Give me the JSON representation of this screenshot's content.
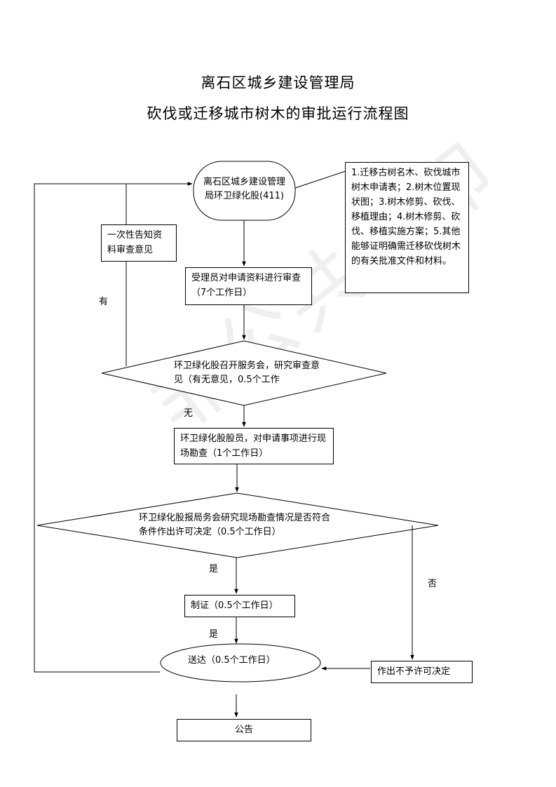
{
  "header": {
    "title_line1": "离石区城乡建设管理局",
    "title_line2": "砍伐或迁移城市树木的审批运行流程图"
  },
  "nodes": {
    "start": "离石区城乡建设管理局环卫绿化股(411)",
    "requirements": "1.迁移古树名木、砍伐城市树木申请表；2.树木位置现状图；3.树木修剪、砍伐、移植理由；4.树木修剪、砍伐、移植实施方案；5.其他能够证明确需迁移砍伐树木的有关批准文件和材料。",
    "notify": "一次性告知资料审查意见",
    "review": "受理员对申请资料进行审查（7个工作日）",
    "meeting": "环卫绿化股召开服务会，研究审查意见（有无意见，0.5个工作",
    "survey": "环卫绿化股股员，对申请事项进行现场勘查（1个工作日）",
    "decision": "环卫绿化股报局务会研究现场勘查情况是否符合条件作出许可决定（0.5个工作日）",
    "certificate": "制证（0.5个工作日）",
    "deliver": "送达（0.5个工作日）",
    "reject": "作出不予许可决定",
    "announce": "公告"
  },
  "edge_labels": {
    "has_opinion": "有",
    "no_opinion": "无",
    "yes_1": "是",
    "no_decision": "否",
    "yes_2": "是"
  },
  "watermark": "非公共水印"
}
